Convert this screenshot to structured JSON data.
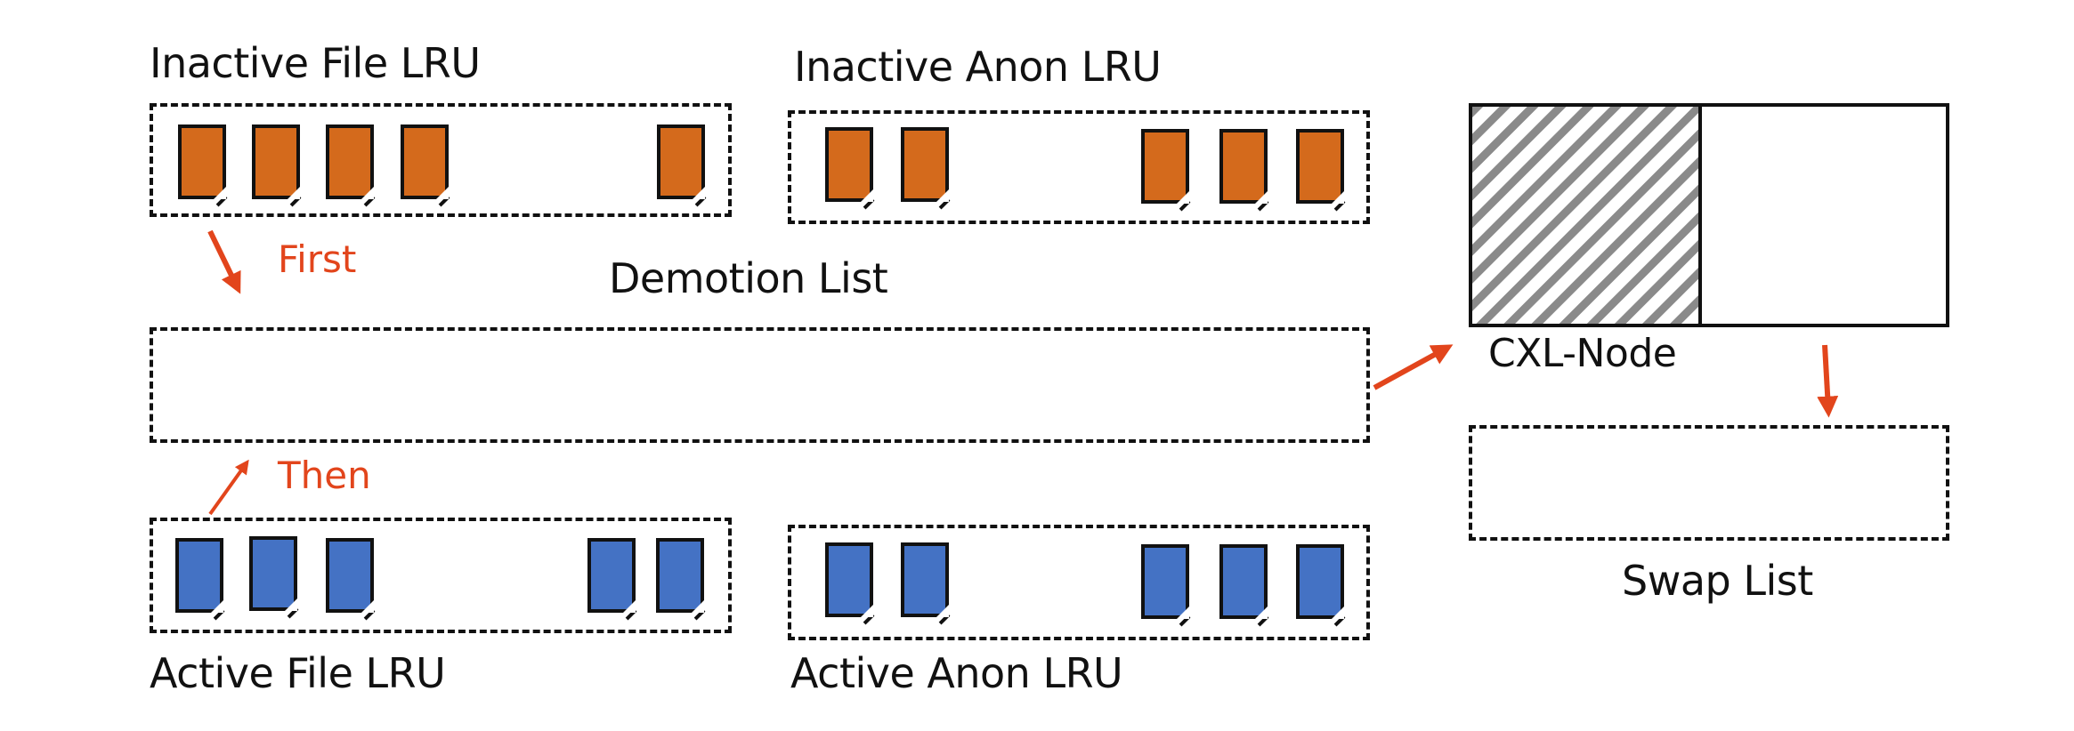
{
  "labels": {
    "inactive_file": "Inactive File LRU",
    "inactive_anon": "Inactive Anon LRU",
    "demotion": "Demotion List",
    "first": "First",
    "then": "Then",
    "active_file": "Active File LRU",
    "active_anon": "Active Anon LRU",
    "cxl_node": "CXL-Node",
    "swap": "Swap List"
  },
  "colors": {
    "inactive_page": "#d46a1c",
    "active_page": "#4472c4",
    "arrow": "#e2451c",
    "line": "#111111",
    "hatch": "#8a8a8a"
  }
}
